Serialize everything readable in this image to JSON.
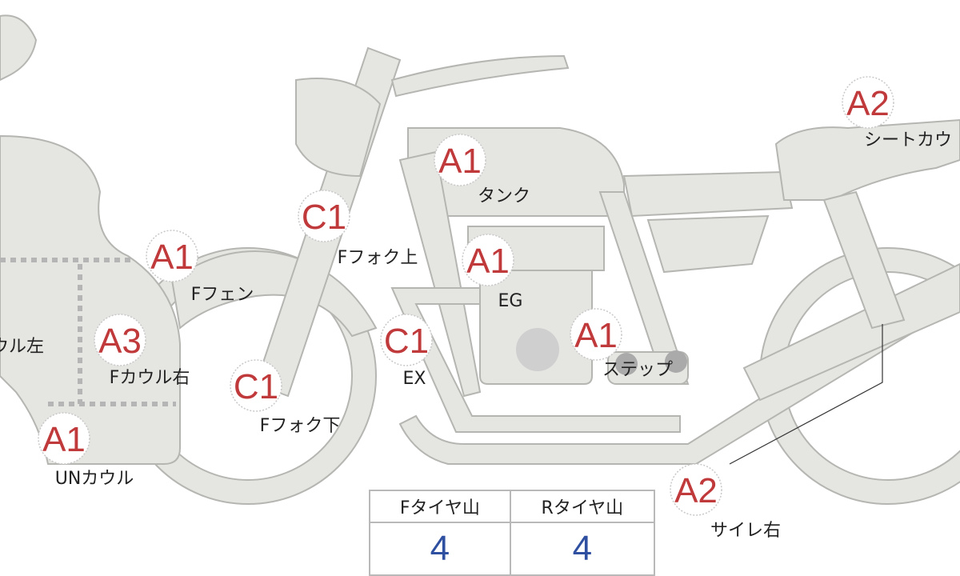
{
  "colors": {
    "part_fill": "#e5e5e2",
    "grade": "#c0393b",
    "value": "#2f4fa0"
  },
  "parts": [
    {
      "grade": "A1",
      "label": "Fフェン"
    },
    {
      "grade": "C1",
      "label": "Fフォク上"
    },
    {
      "grade": "A1",
      "label": "タンク"
    },
    {
      "grade": "A1",
      "label": "EG"
    },
    {
      "grade": "A1",
      "label": "ステップ"
    },
    {
      "grade": "C1",
      "label": "EX"
    },
    {
      "grade": "C1",
      "label": "Fフォク下"
    },
    {
      "grade": "A3",
      "label": "Fカウル右"
    },
    {
      "grade": "A1",
      "label": "UNカウル"
    },
    {
      "grade": "A2",
      "label": "シートカウ"
    },
    {
      "grade": "A2",
      "label": "サイレ右"
    }
  ],
  "partial_label": "ウル左",
  "tire_table": {
    "headers": [
      "Fタイヤ山",
      "Rタイヤ山"
    ],
    "values": [
      "4",
      "4"
    ]
  }
}
